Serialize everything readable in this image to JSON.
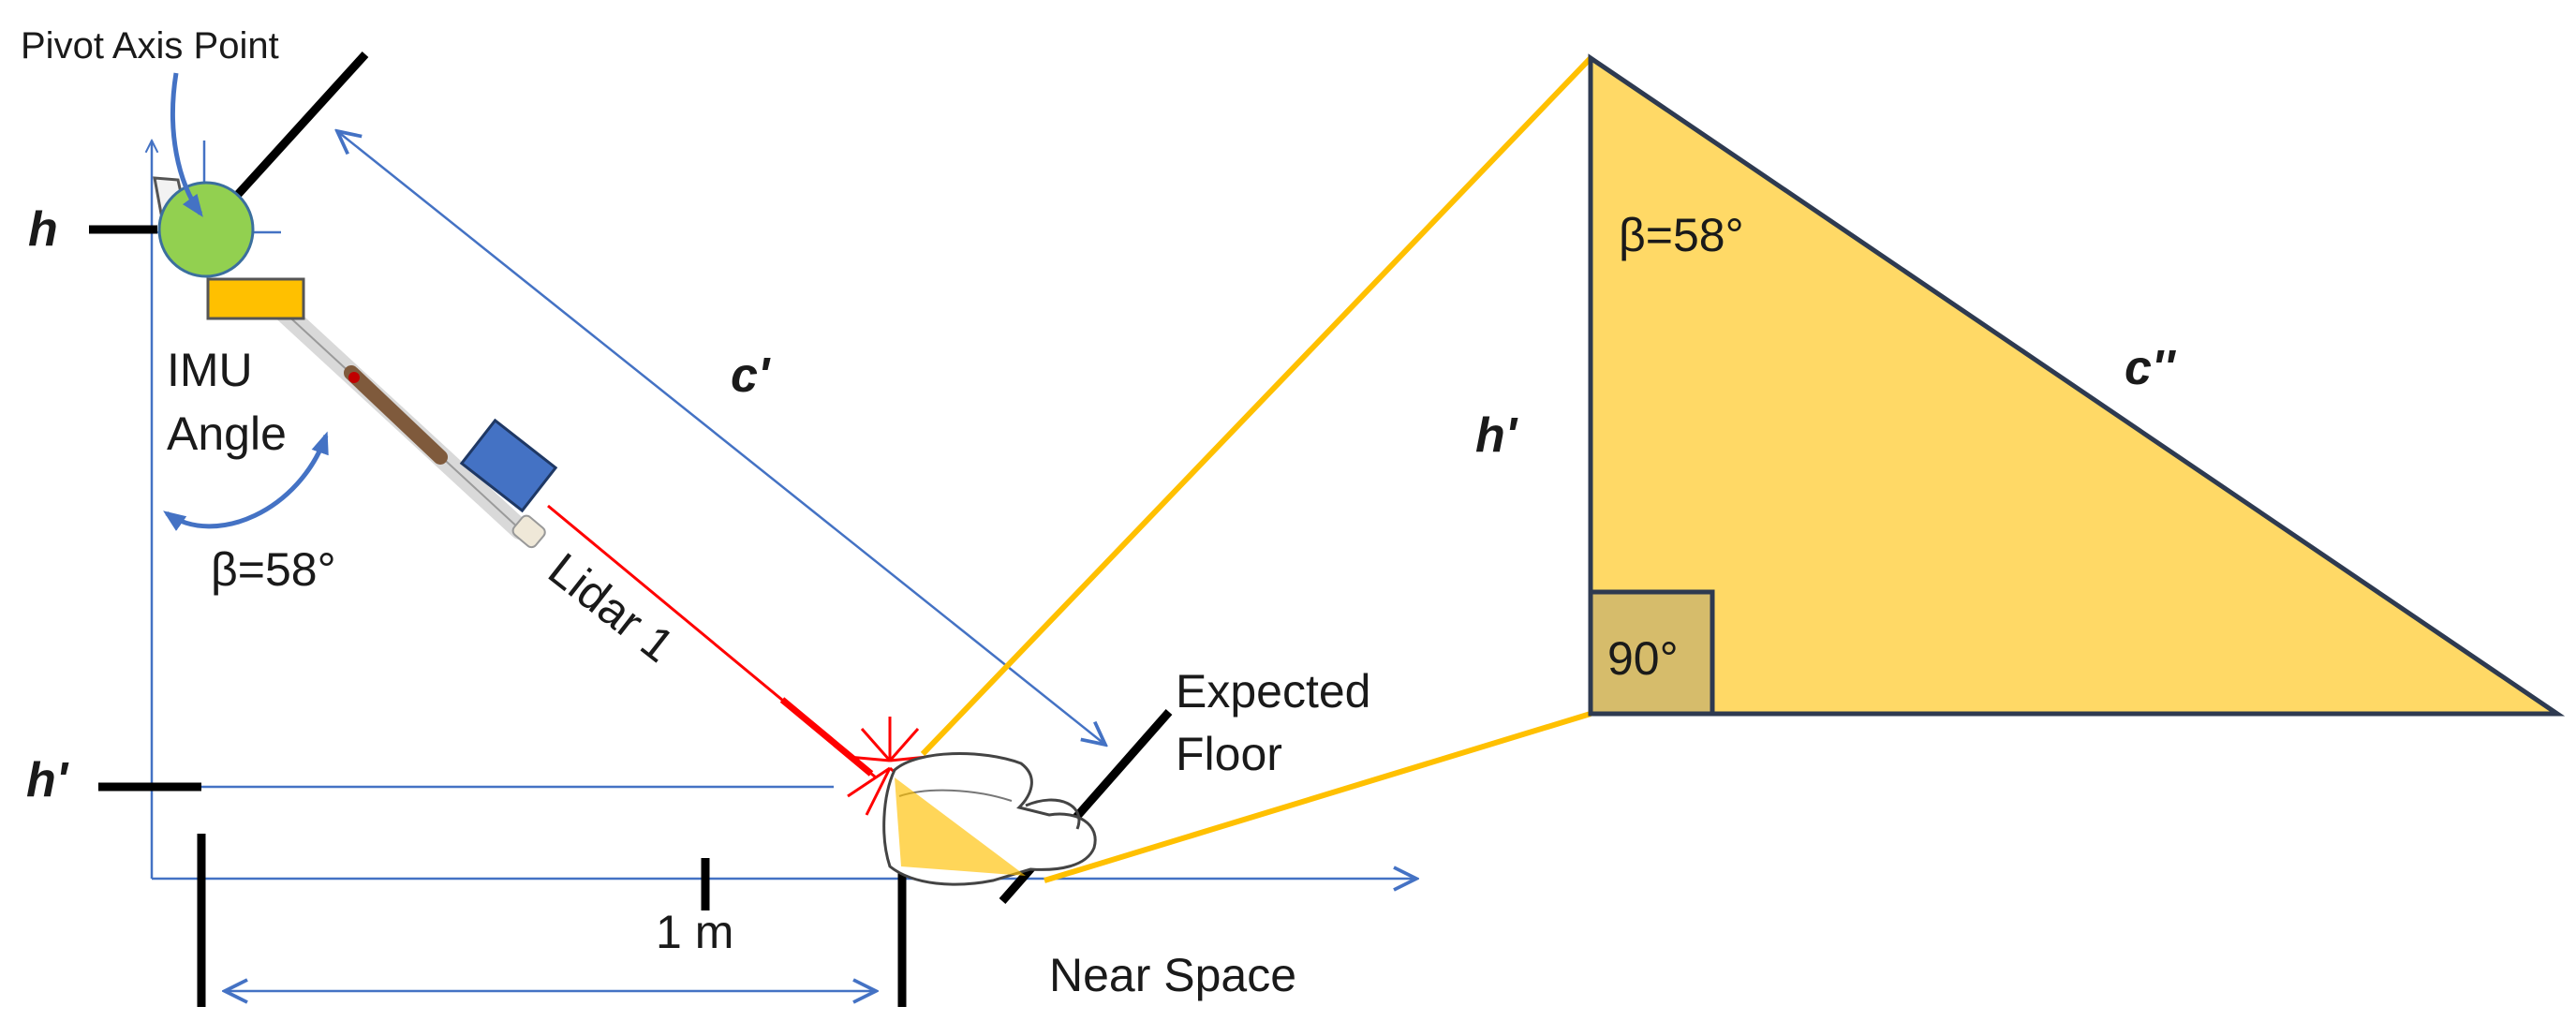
{
  "labels": {
    "pivot_axis_point": "Pivot Axis Point",
    "h": "h",
    "h_prime_left": "h'",
    "imu_line1": "IMU",
    "imu_line2": "Angle",
    "beta_left": "β=58°",
    "lidar": "Lidar 1",
    "c_prime": "c'",
    "expected_line1": "Expected",
    "expected_line2": "Floor",
    "one_m": "1 m",
    "near_space": "Near Space",
    "beta_right": "β=58°",
    "c_double_prime": "c''",
    "h_prime_right": "h'",
    "right_angle": "90°"
  },
  "colors": {
    "axis_blue": "#4472c4",
    "triangle_fill": "#ffd966",
    "right_angle_box": "#d6bc6b",
    "connector_gold": "#ffc000",
    "pivot_green": "#92d050",
    "imu_orange": "#ffc000",
    "lidar_box_blue": "#4472c4",
    "laser_red": "#ff0000",
    "arm_brown": "#7f5a3c"
  },
  "icons": {
    "pivot": "pivot-circle-icon",
    "imu": "imu-box-icon",
    "lidar": "lidar-sensor-icon",
    "robot": "robot-vacuum-icon",
    "impact": "laser-impact-icon"
  }
}
